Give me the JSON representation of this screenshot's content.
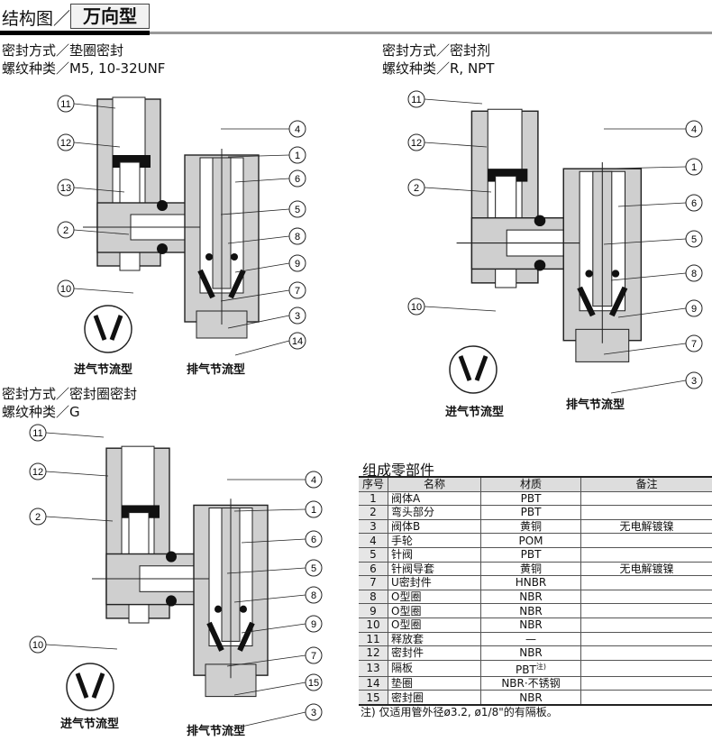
{
  "header": {
    "title": "结构图／",
    "type_label": "万向型"
  },
  "diagrams": [
    {
      "seal": "密封方式／垫圈密封",
      "thread": "螺纹种类／M5, 10-32UNF",
      "inlet_label": "进气节流型",
      "exhaust_label": "排气节流型",
      "callouts": [
        "11",
        "12",
        "13",
        "2",
        "10",
        "4",
        "1",
        "6",
        "5",
        "8",
        "9",
        "7",
        "3",
        "14"
      ]
    },
    {
      "seal": "密封方式／密封剂",
      "thread": "螺纹种类／R, NPT",
      "inlet_label": "进气节流型",
      "exhaust_label": "排气节流型",
      "callouts": [
        "11",
        "12",
        "2",
        "10",
        "4",
        "1",
        "6",
        "5",
        "8",
        "9",
        "7",
        "3"
      ]
    },
    {
      "seal": "密封方式／密封圈密封",
      "thread": "螺纹种类／G",
      "inlet_label": "进气节流型",
      "exhaust_label": "排气节流型",
      "callouts": [
        "11",
        "12",
        "2",
        "10",
        "4",
        "1",
        "6",
        "5",
        "8",
        "9",
        "7",
        "15",
        "3"
      ]
    }
  ],
  "parts": {
    "title": "组成零部件",
    "headers": [
      "序号",
      "名称",
      "材质",
      "备注"
    ],
    "rows": [
      [
        "1",
        "阀体A",
        "PBT",
        ""
      ],
      [
        "2",
        "弯头部分",
        "PBT",
        ""
      ],
      [
        "3",
        "阀体B",
        "黄铜",
        "无电解镀镍"
      ],
      [
        "4",
        "手轮",
        "POM",
        ""
      ],
      [
        "5",
        "针阀",
        "PBT",
        ""
      ],
      [
        "6",
        "针阀导套",
        "黄铜",
        "无电解镀镍"
      ],
      [
        "7",
        "U密封件",
        "HNBR",
        ""
      ],
      [
        "8",
        "O型圈",
        "NBR",
        ""
      ],
      [
        "9",
        "O型圈",
        "NBR",
        ""
      ],
      [
        "10",
        "O型圈",
        "NBR",
        ""
      ],
      [
        "11",
        "释放套",
        "—",
        ""
      ],
      [
        "12",
        "密封件",
        "NBR",
        ""
      ],
      [
        "13",
        "隔板",
        "PBT",
        ""
      ],
      [
        "14",
        "垫圈",
        "NBR·不锈钢",
        ""
      ],
      [
        "15",
        "密封圈",
        "NBR",
        ""
      ]
    ],
    "row13_note_mark": "注)",
    "note": "注) 仅适用管外径ø3.2, ø1/8\"的有隔板。"
  }
}
